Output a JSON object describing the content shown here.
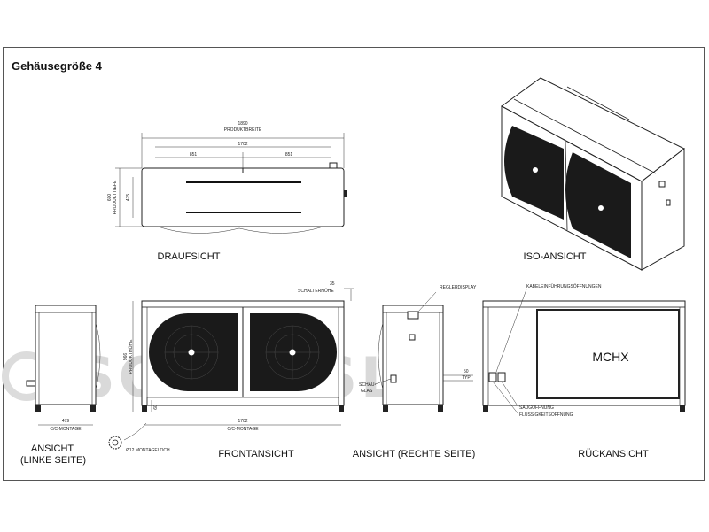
{
  "title": "Gehäusegröße 4",
  "views": {
    "top": "DRAUFSICHT",
    "iso": "ISO-ANSICHT",
    "left_1": "ANSICHT",
    "left_2": "(LINKE SEITE)",
    "front": "FRONTANSICHT",
    "right": "ANSICHT (RECHTE SEITE)",
    "back": "RÜCKANSICHT"
  },
  "dimensions": {
    "top_width_value": "1890",
    "top_width_label": "PRODUKTBREITE",
    "top_inner": "1702",
    "top_half_left": "851",
    "top_half_right": "851",
    "top_depth_value": "600",
    "top_depth_label": "PRODUKTTIEFE",
    "top_depth_inner": "475",
    "switch_value": "35",
    "switch_label": "SCHALTERHÖHE",
    "height_value": "966",
    "height_label": "PRODUKTHÖHE",
    "front_base": "1702",
    "front_base_label": "C/C-MONTAGE",
    "front_foot": "60",
    "left_base": "479",
    "left_base_label": "C/C-MONTAGE",
    "right_typ_value": "50",
    "right_typ_label": "TYP",
    "hole": "Ø12  MONTAGELOCH"
  },
  "callouts": {
    "regler": "REGLERDISPLAY",
    "schau_1": "SCHAU-",
    "schau_2": "GLAS",
    "kabel": "KABELEINFÜHRUNGSÖFFNUNGEN",
    "saug": "SAUGÖFFNUNG",
    "fluess": "FLÜSSIGKEITSÖFFNUNG",
    "mchx": "MCHX"
  },
  "watermark": "SCHIESSL",
  "colors": {
    "line": "#222222",
    "fan": "#1a1a1a",
    "watermark": "#d9d9d9"
  }
}
